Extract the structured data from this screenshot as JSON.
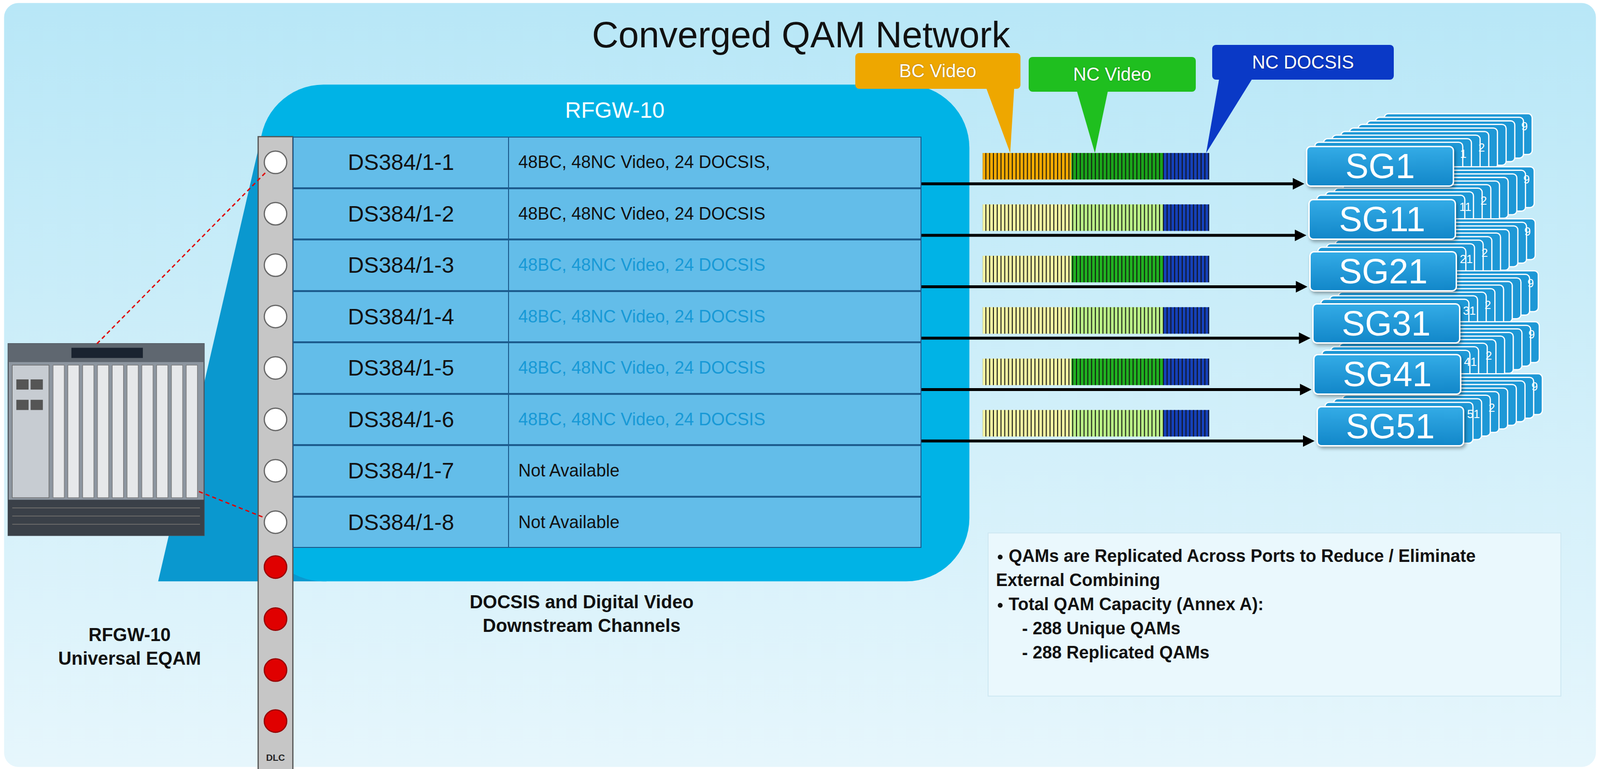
{
  "diagram": {
    "title": "Converged QAM Network",
    "nodes": [
      {
        "text": [
          "RFGW-10"
        ]
      },
      {
        "text": [
          "DS384/1-1",
          "48BC, 48NC Video, 24 DOCSIS,"
        ],
        "in": 0
      },
      {
        "text": [
          "DS384/1-2",
          "48BC, 48NC Video, 24 DOCSIS"
        ],
        "in": 0
      },
      {
        "text": [
          "DS384/1-3",
          "48BC, 48NC Video, 24 DOCSIS"
        ],
        "in": 0
      },
      {
        "text": [
          "DS384/1-4",
          "48BC, 48NC Video, 24 DOCSIS"
        ],
        "in": 0
      },
      {
        "text": [
          "DS384/1-5",
          "48BC, 48NC Video, 24 DOCSIS"
        ],
        "in": 0
      },
      {
        "text": [
          "DS384/1-6",
          "48BC, 48NC Video, 24 DOCSIS"
        ],
        "in": 0
      },
      {
        "text": [
          "DS384/1-7",
          "Not Available"
        ],
        "in": 0
      },
      {
        "text": [
          "DS384/1-8",
          "Not Available"
        ],
        "in": 0
      },
      {
        "text": [
          "BC Video"
        ]
      },
      {
        "text": [
          "NC Video"
        ]
      },
      {
        "text": [
          "NC DOCSIS"
        ]
      },
      {
        "text": [
          "SG1"
        ]
      },
      {
        "text": [
          "SG11"
        ]
      },
      {
        "text": [
          "SG21"
        ]
      },
      {
        "text": [
          "SG31"
        ]
      },
      {
        "text": [
          "SG41"
        ]
      },
      {
        "text": [
          "SG51"
        ]
      },
      {
        "text": [
          "QAMs are Replicated Across Ports to Reduce / Eliminate External Combining",
          "Total QAM Capacity (Annex A):",
          "- 288 Unique QAMs",
          "- 288 Replicated QAMs"
        ]
      }
    ],
    "edges": [
      {
        "from": 1,
        "to": 12,
        "arrow": "to"
      },
      {
        "from": 2,
        "to": 13,
        "arrow": "to"
      },
      {
        "from": 3,
        "to": 14,
        "arrow": "to"
      },
      {
        "from": 4,
        "to": 15,
        "arrow": "to"
      },
      {
        "from": 5,
        "to": 16,
        "arrow": "to"
      },
      {
        "from": 6,
        "to": 17,
        "arrow": "to"
      }
    ],
    "labels": [
      "RFGW-10 Universal EQAM",
      "DOCSIS and Digital Video Downstream Channels",
      "DLC",
      "1",
      "2",
      "9",
      "11",
      "2",
      "9",
      "21",
      "2",
      "9",
      "31",
      "2",
      "9",
      "41",
      "2",
      "9",
      "51",
      "2",
      "9"
    ]
  }
}
